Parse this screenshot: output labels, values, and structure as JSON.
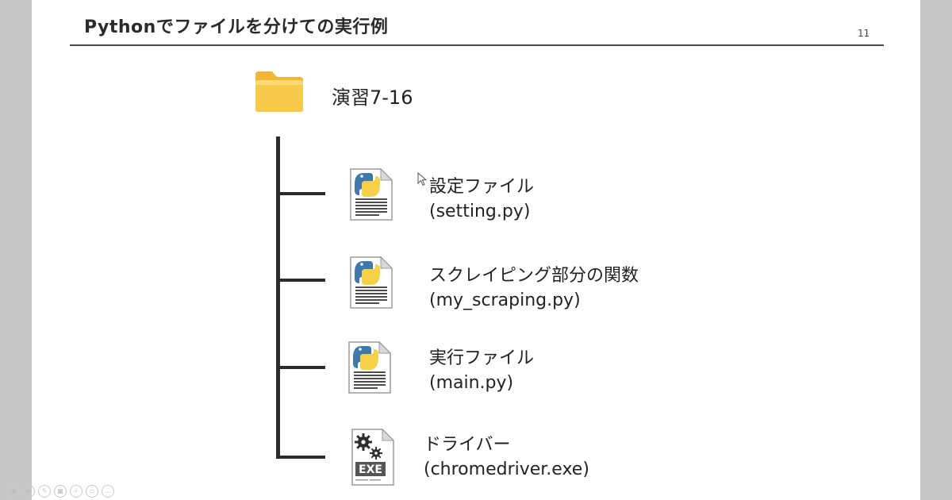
{
  "slide": {
    "title": "Pythonでファイルを分けての実行例",
    "page_number": "11"
  },
  "folder": {
    "icon": "folder-icon",
    "label": "演習7-16"
  },
  "files": [
    {
      "icon": "python-file-icon",
      "name": "設定ファイル",
      "filename": "(setting.py)"
    },
    {
      "icon": "python-file-icon",
      "name": "スクレイピング部分の関数",
      "filename": "(my_scraping.py)"
    },
    {
      "icon": "python-file-icon",
      "name": "実行ファイル",
      "filename": "(main.py)"
    },
    {
      "icon": "exe-file-icon",
      "name": "ドライバー",
      "filename": "(chromedriver.exe)",
      "badge": "EXE"
    }
  ],
  "toolbar": {
    "buttons": [
      {
        "icon": "previous-icon",
        "glyph": "◀"
      },
      {
        "icon": "next-icon",
        "glyph": "▶"
      },
      {
        "icon": "pen-icon",
        "glyph": "✎"
      },
      {
        "icon": "slides-icon",
        "glyph": "▦"
      },
      {
        "icon": "zoom-icon",
        "glyph": "⌕"
      },
      {
        "icon": "subtitles-icon",
        "glyph": "▭"
      },
      {
        "icon": "more-icon",
        "glyph": "…"
      }
    ]
  },
  "colors": {
    "folder_main": "#f8c94a",
    "folder_tab": "#f2b632",
    "python_blue": "#3f78ad",
    "python_yellow": "#f6d145",
    "tree_line": "#2b2b2b",
    "title_rule": "#4a4a4a",
    "background": "#c7c7c7",
    "slide_background": "#ffffff"
  }
}
